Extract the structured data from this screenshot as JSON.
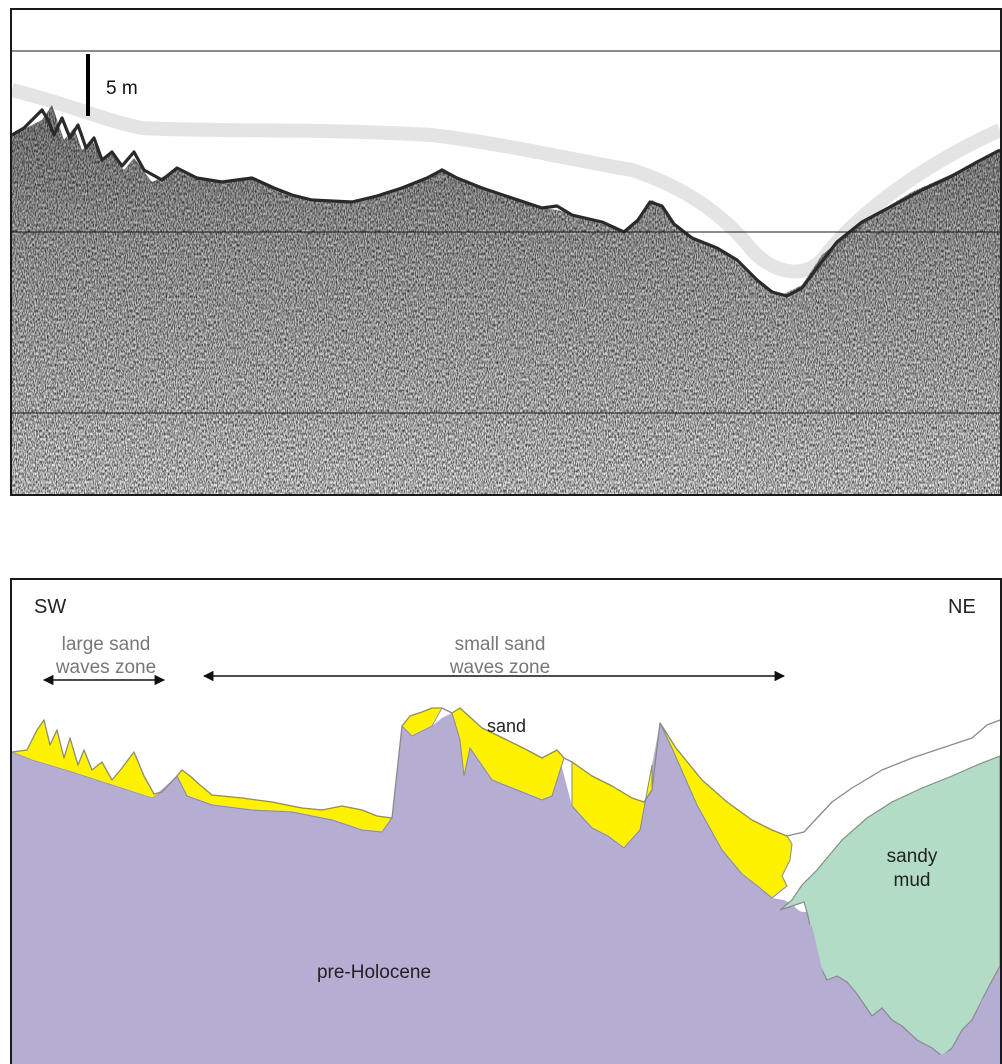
{
  "seismic_profile": {
    "scale_bar_label": "5 m"
  },
  "interpretation": {
    "orientation_left": "SW",
    "orientation_right": "NE",
    "zone_large": {
      "line1": "large sand",
      "line2": "waves zone"
    },
    "zone_small": {
      "line1": "small sand",
      "line2": "waves zone"
    },
    "unit_sand": "sand",
    "unit_sandy_mud": {
      "line1": "sandy",
      "line2": "mud"
    },
    "unit_pre_holocene": "pre-Holocene"
  },
  "colors": {
    "pre_holocene": "#b6aed2",
    "sand": "#fff200",
    "sandy_mud": "#b3dcc6",
    "outline": "#8a8a8a",
    "seafloor_reflector": "#2a2a2a"
  }
}
